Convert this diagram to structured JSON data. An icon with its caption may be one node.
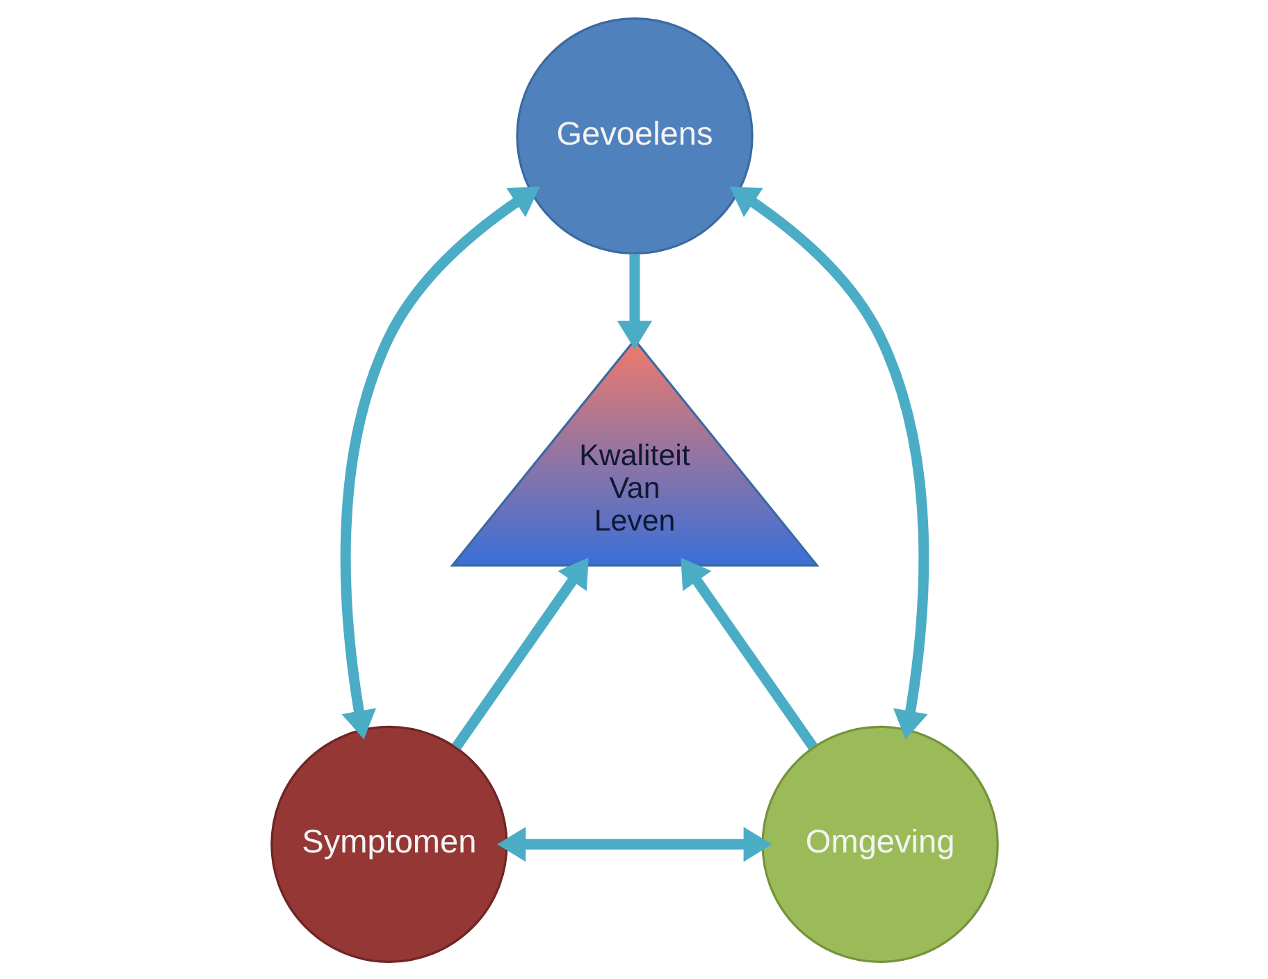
{
  "diagram": {
    "nodes": [
      {
        "text": [
          "Gevoelens"
        ]
      },
      {
        "text": [
          "Symptomen"
        ]
      },
      {
        "text": [
          "Omgeving"
        ]
      },
      {
        "text": [
          "Kwaliteit Van Leven"
        ]
      }
    ],
    "edges": [
      {
        "from": 0,
        "to": 3,
        "arrow": "to"
      },
      {
        "from": 1,
        "to": 3,
        "arrow": "to"
      },
      {
        "from": 2,
        "to": 3,
        "arrow": "to"
      },
      {
        "from": 0,
        "to": 1,
        "arrow": "both"
      },
      {
        "from": 0,
        "to": 2,
        "arrow": "both"
      },
      {
        "from": 1,
        "to": 2,
        "arrow": "both"
      }
    ]
  }
}
